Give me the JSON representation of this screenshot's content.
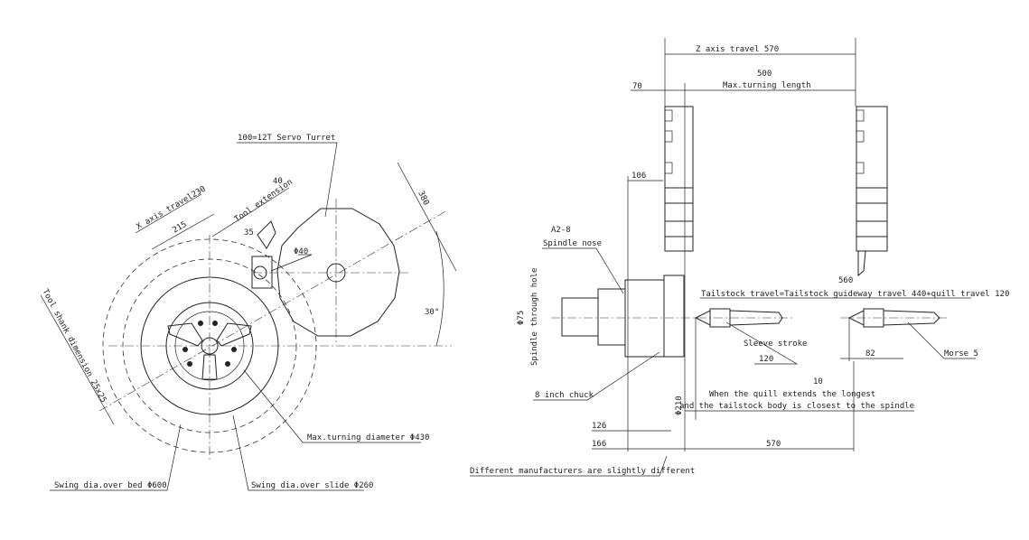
{
  "front_view": {
    "turret_label": "100=12T  Servo Turret",
    "x_axis_travel": "X axis travel230",
    "dim_215": "215",
    "tool_extension_value": "40",
    "tool_extension_label": "Tool extension",
    "dim_35": "35",
    "bore_dia": "Φ40",
    "dim_380": "380",
    "angle": "30°",
    "tool_shank": "Tool shank dimension 25x25",
    "max_turning_diameter": "Max.turning diameter Φ430",
    "swing_over_bed": "Swing dia.over bed  Φ600",
    "swing_over_slide": "Swing dia.over slide Φ260"
  },
  "side_view": {
    "z_axis_travel": "Z axis travel  570",
    "max_turning_length_value": "500",
    "max_turning_length_label": "Max.turning length",
    "dim_70": "70",
    "dim_106": "106",
    "spindle_nose_type": "A2-8",
    "spindle_nose_label": "Spindle nose",
    "spindle_through_hole": "Spindle through hole",
    "through_hole_dia": "Φ75",
    "dim_560": "560",
    "tailstock_travel": "Tailstock travel=Tailstock guideway travel 440+quill travel 120",
    "sleeve_stroke_label": "Sleeve stroke",
    "sleeve_stroke_value": "120",
    "dim_82": "82",
    "morse": "Morse 5",
    "dim_10": "10",
    "note_line1": "When the quill extends the longest",
    "note_line2": "and the tailstock body is closest to the spindle",
    "chuck": "8 inch chuck",
    "chuck_dia": "Φ210",
    "dim_126": "126",
    "dim_166": "166",
    "dim_570": "570",
    "manufacturers_note": "Different manufacturers are slightly different"
  }
}
